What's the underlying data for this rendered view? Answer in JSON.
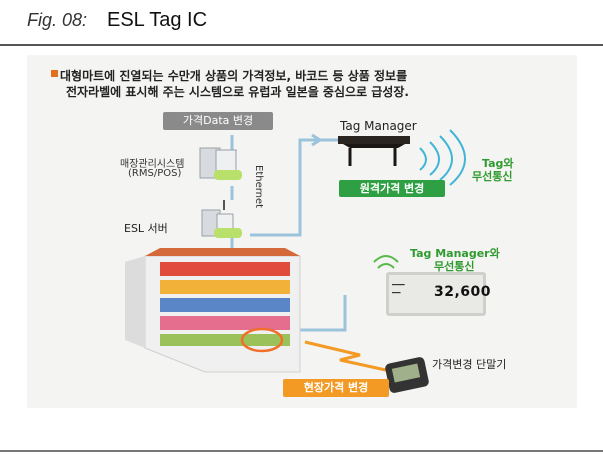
{
  "figure": {
    "number": "Fig. 08:",
    "title": "ESL Tag IC"
  },
  "diagram": {
    "note_line_1": "대형마트에 진열되는 수만개 상품의 가격정보, 바코드 등 상품 정보를",
    "note_line_2": "전자라벨에 표시해 주는 시스템으로 유럽과 일본을 중심으로 급성장.",
    "price_data_change": "가격Data 변경",
    "store_system_line_1": "매장관리시스템",
    "store_system_line_2": "(RMS/POS)",
    "esl_server": "ESL 서버",
    "ethernet": "Ethernet",
    "tag_manager": "Tag Manager",
    "tag_wireless_line_1": "Tag와",
    "tag_wireless_line_2": "무선통신",
    "remote_price_change": "원격가격 변경",
    "manager_wireless_line_1": "Tag Manager와",
    "manager_wireless_line_2": "무선통신",
    "price_display": "32,600",
    "handheld_label": "가격변경 단말기",
    "onsite_price_change": "현장가격 변경"
  },
  "colors": {
    "accent_green": "#2ea043",
    "accent_orange": "#f39a24",
    "line_blue": "#9cc3dc"
  }
}
